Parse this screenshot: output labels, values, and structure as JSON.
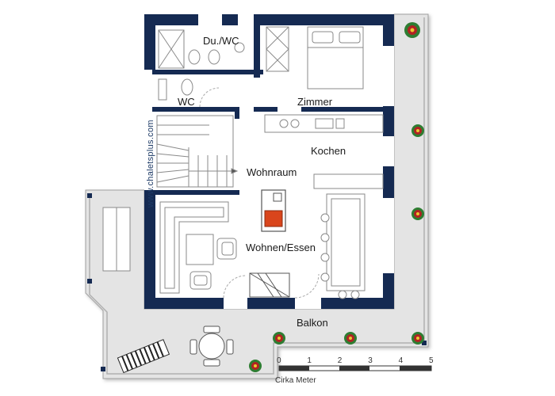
{
  "watermark": "www.chaletsplus.com",
  "rooms": {
    "du_wc": "Du./WC",
    "wc": "WC",
    "zimmer": "Zimmer",
    "kochen": "Kochen",
    "wohnraum": "Wohnraum",
    "wohnen_essen": "Wohnen/Essen",
    "balkon": "Balkon"
  },
  "scale": {
    "ticks": [
      "0",
      "1",
      "2",
      "3",
      "4",
      "5"
    ],
    "caption": "Cirka Meter"
  },
  "colors": {
    "wall": "#152a52",
    "terrace": "#e4e4e4",
    "floor": "#ffffff",
    "furniture_line": "#8a8a8a",
    "fireplace": "#d9451c",
    "plant": "#b22222",
    "plant_center": "#e8c930"
  }
}
